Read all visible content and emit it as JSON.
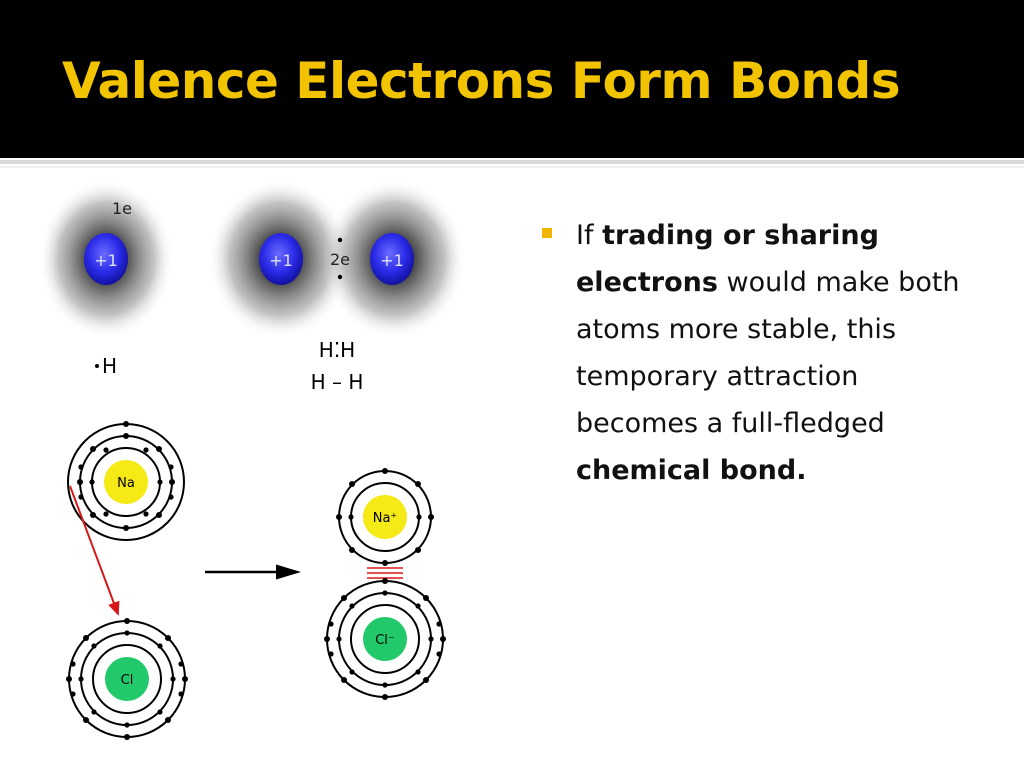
{
  "slide": {
    "title": "Valence Electrons Form Bonds",
    "colors": {
      "title": "#f2c400",
      "background_bar": "#000000",
      "bullet": "#f2b600"
    }
  },
  "diagram": {
    "h_atom": {
      "nucleus": "+1",
      "electron_label": "1e",
      "symbol": "H"
    },
    "h2_molecule": {
      "nucleus_left": "+1",
      "nucleus_right": "+1",
      "electron_label": "2e",
      "dot_formula": "H⁚H",
      "line_formula": "H – H"
    },
    "na_atom": {
      "label": "Na"
    },
    "cl_atom": {
      "label": "Cl"
    },
    "na_ion": {
      "label": "Na⁺"
    },
    "cl_ion": {
      "label": "Cl⁻"
    }
  },
  "bullet": {
    "parts": [
      {
        "text": "If ",
        "bold": false
      },
      {
        "text": "trading or sharing electrons",
        "bold": true
      },
      {
        "text": " would make both atoms more stable, this temporary attraction becomes a full-fledged ",
        "bold": false
      },
      {
        "text": "chemical bond.",
        "bold": true
      }
    ]
  }
}
